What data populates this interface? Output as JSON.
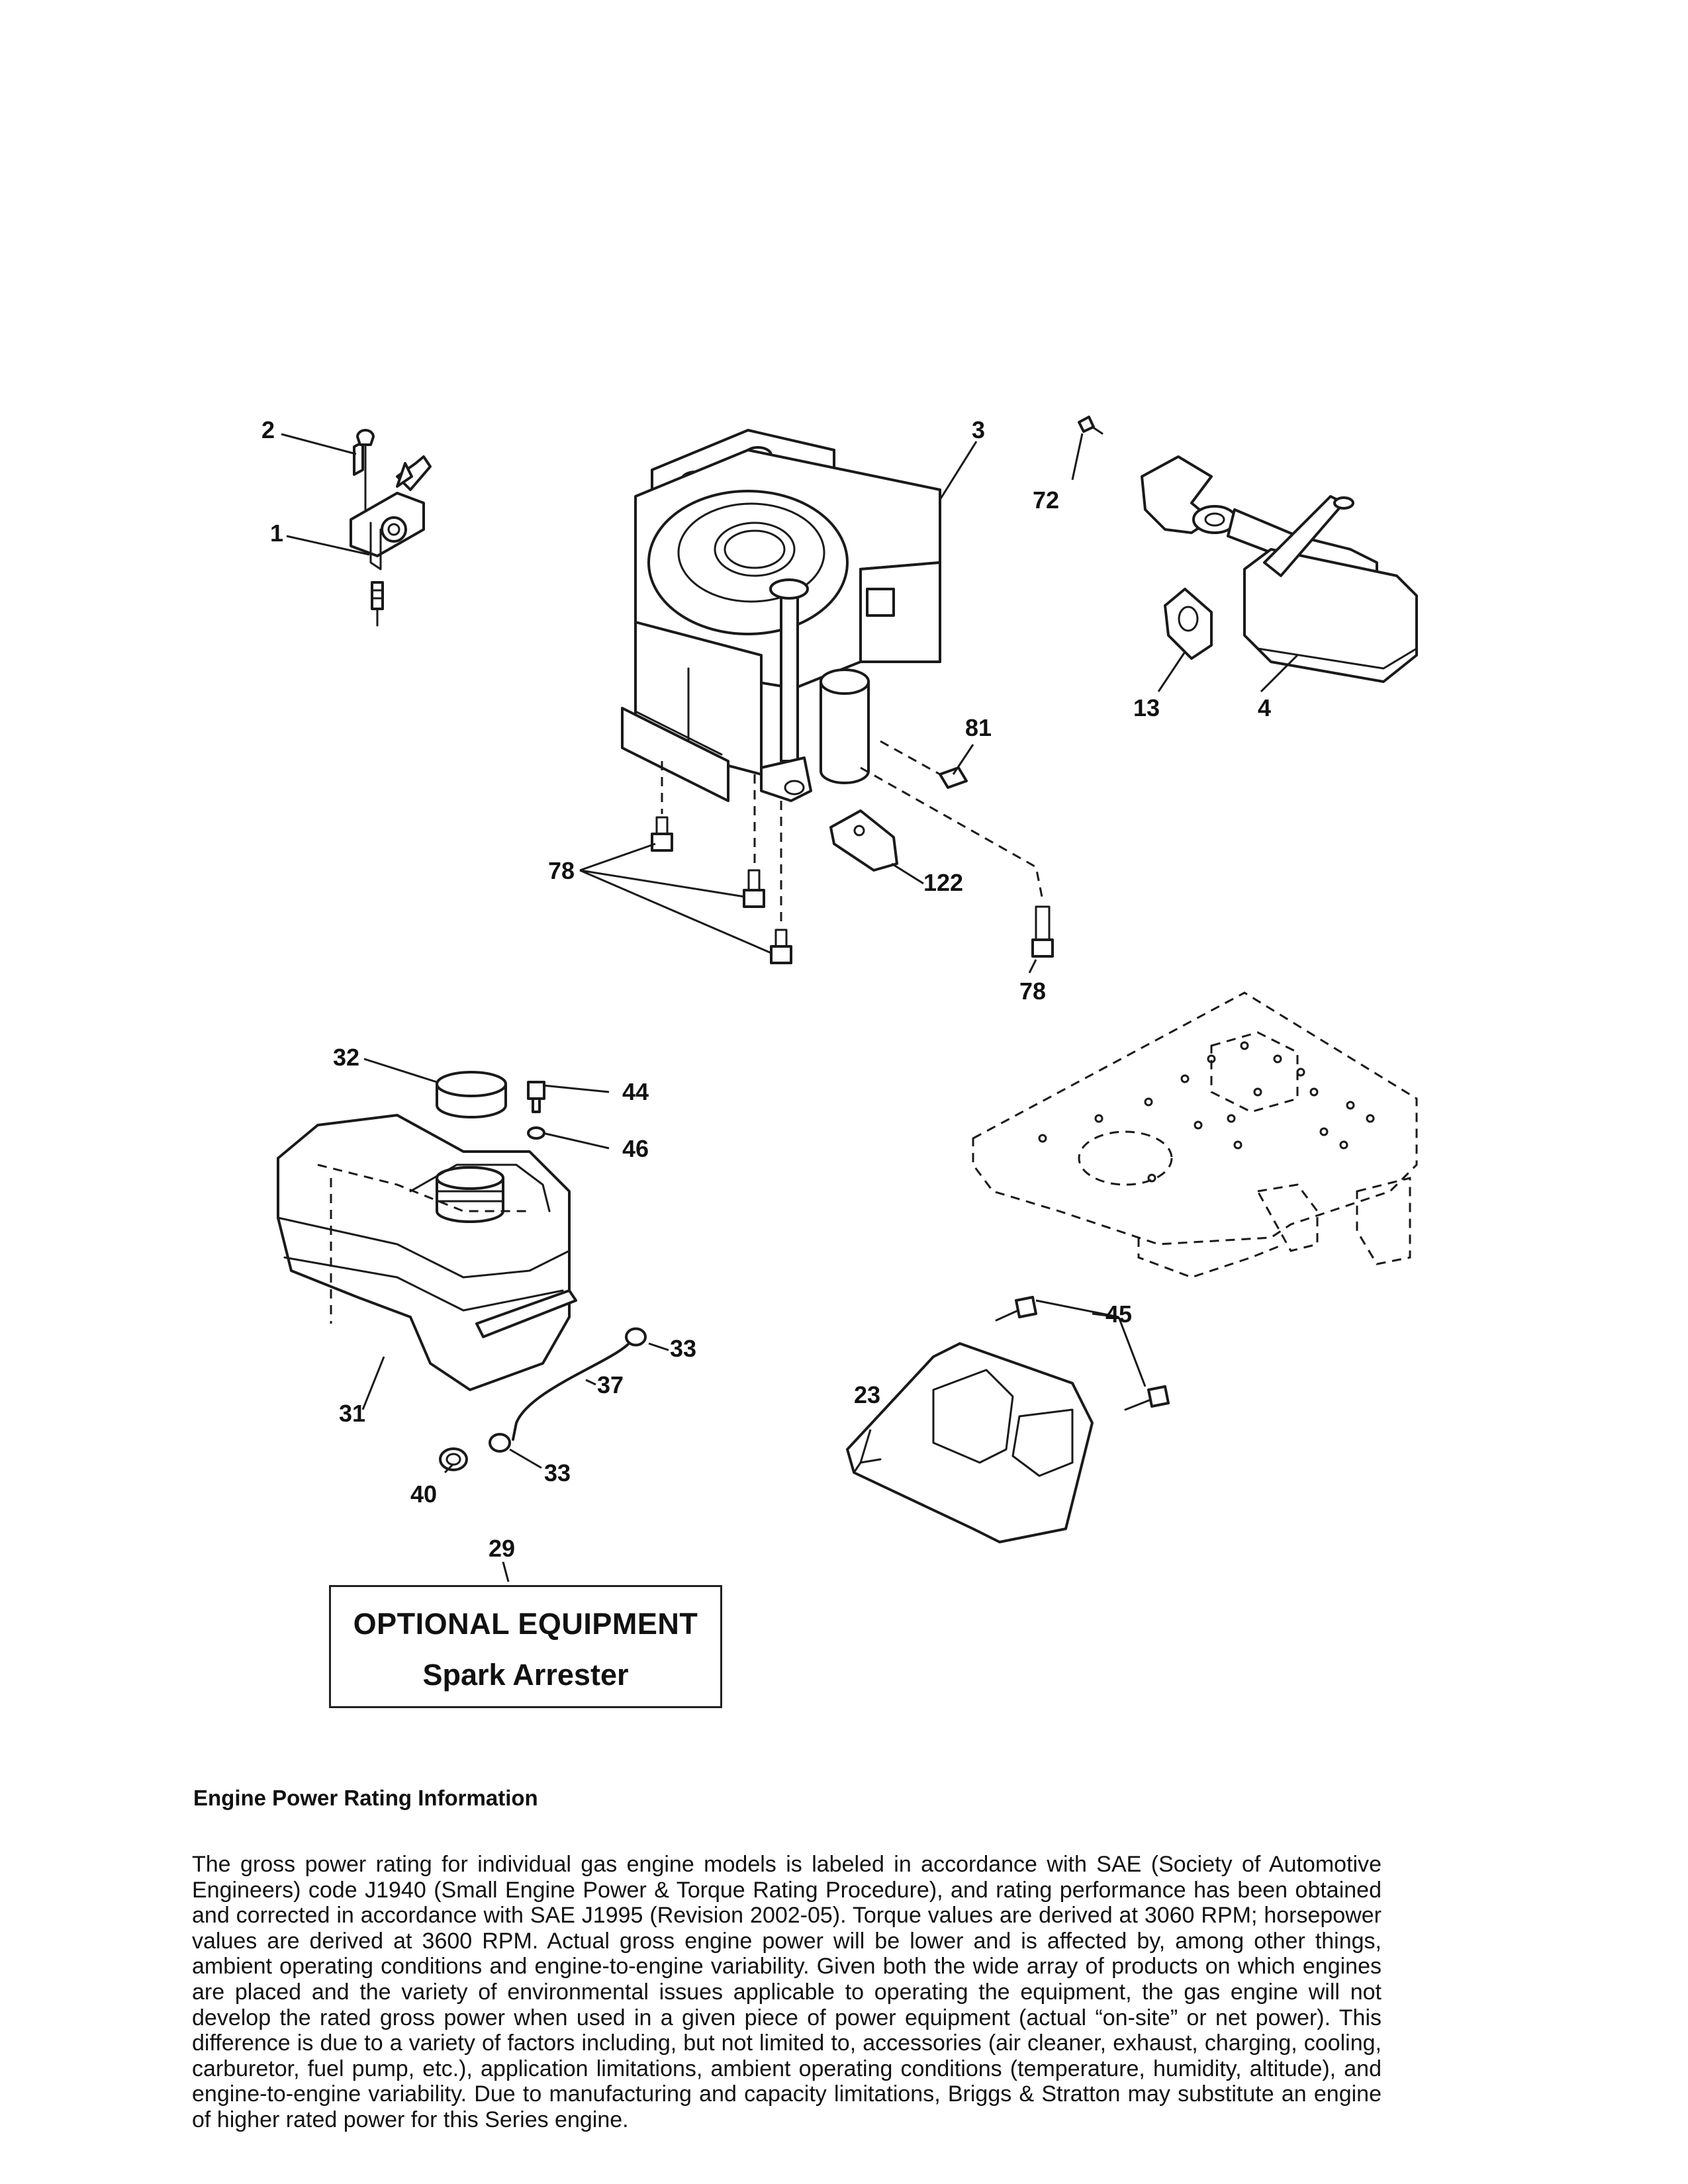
{
  "callouts": {
    "c1": "1",
    "c2": "2",
    "c3": "3",
    "c4": "4",
    "c13": "13",
    "c23": "23",
    "c29": "29",
    "c31": "31",
    "c32": "32",
    "c33a": "33",
    "c33b": "33",
    "c37": "37",
    "c40": "40",
    "c44": "44",
    "c45": "45",
    "c46": "46",
    "c72": "72",
    "c78a": "78",
    "c78b": "78",
    "c81": "81",
    "c122": "122"
  },
  "optional_equipment": {
    "title": "OPTIONAL EQUIPMENT",
    "item": "Spark Arrester"
  },
  "rating_info": {
    "heading": "Engine Power Rating Information",
    "body": "The gross power rating for individual gas engine models is labeled in accordance with SAE (Society of Automotive Engineers) code J1940 (Small Engine Power & Torque Rating Procedure), and rating performance has been obtained and corrected in accordance with SAE J1995 (Revision 2002-05). Torque values are derived at 3060 RPM; horsepower values are derived at 3600 RPM. Actual gross engine power will be lower and is affected by, among other things, ambient operating conditions and engine-to-engine variability. Given both the wide array of products on which engines are placed and the variety of environmental issues applicable to operating the equipment, the gas engine will not develop the rated gross power when used in a given piece of power equipment (actual “on-site” or net power). This difference is due to a variety of factors including, but not limited to, accessories (air cleaner, exhaust, charging, cooling, carburetor, fuel pump, etc.), application limitations, ambient operating conditions (temperature, humidity, altitude), and engine-to-engine variability. Due to manufacturing and capacity limitations, Briggs & Stratton may substitute an engine of higher rated power for this Series engine."
  }
}
